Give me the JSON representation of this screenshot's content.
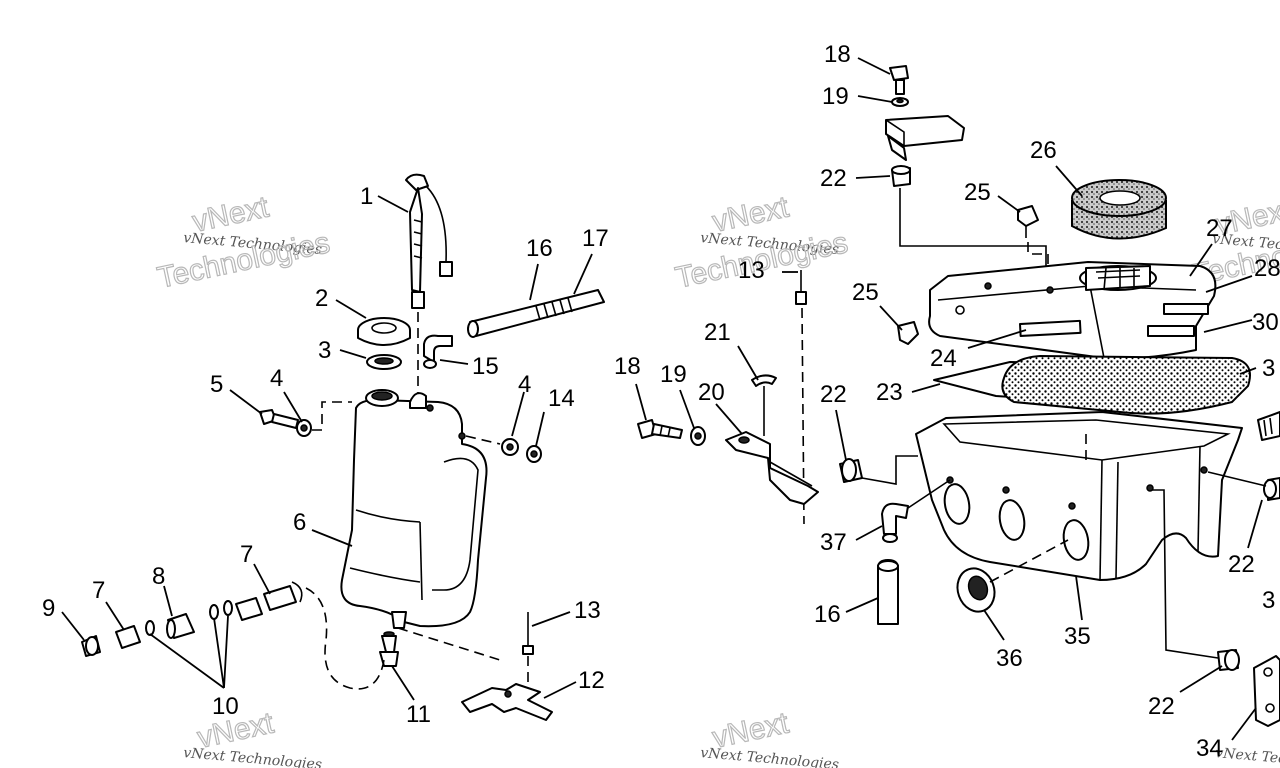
{
  "watermark": {
    "line1": "vNext Technologies",
    "line2": "vNext",
    "line3": "Technologies"
  },
  "callouts": [
    {
      "id": "c1",
      "text": "1"
    },
    {
      "id": "c2",
      "text": "2"
    },
    {
      "id": "c3",
      "text": "3"
    },
    {
      "id": "c4a",
      "text": "4"
    },
    {
      "id": "c4b",
      "text": "4"
    },
    {
      "id": "c5",
      "text": "5"
    },
    {
      "id": "c6",
      "text": "6"
    },
    {
      "id": "c7a",
      "text": "7"
    },
    {
      "id": "c7b",
      "text": "7"
    },
    {
      "id": "c8",
      "text": "8"
    },
    {
      "id": "c9",
      "text": "9"
    },
    {
      "id": "c10",
      "text": "10"
    },
    {
      "id": "c11",
      "text": "11"
    },
    {
      "id": "c12",
      "text": "12"
    },
    {
      "id": "c13a",
      "text": "13"
    },
    {
      "id": "c13b",
      "text": "13"
    },
    {
      "id": "c14",
      "text": "14"
    },
    {
      "id": "c15",
      "text": "15"
    },
    {
      "id": "c16a",
      "text": "16"
    },
    {
      "id": "c16b",
      "text": "16"
    },
    {
      "id": "c17",
      "text": "17"
    },
    {
      "id": "c18a",
      "text": "18"
    },
    {
      "id": "c18b",
      "text": "18"
    },
    {
      "id": "c19a",
      "text": "19"
    },
    {
      "id": "c19b",
      "text": "19"
    },
    {
      "id": "c20",
      "text": "20"
    },
    {
      "id": "c21",
      "text": "21"
    },
    {
      "id": "c22a",
      "text": "22"
    },
    {
      "id": "c22b",
      "text": "22"
    },
    {
      "id": "c22c",
      "text": "22"
    },
    {
      "id": "c22d",
      "text": "22"
    },
    {
      "id": "c23",
      "text": "23"
    },
    {
      "id": "c24",
      "text": "24"
    },
    {
      "id": "c25a",
      "text": "25"
    },
    {
      "id": "c25b",
      "text": "25"
    },
    {
      "id": "c26",
      "text": "26"
    },
    {
      "id": "c27",
      "text": "27"
    },
    {
      "id": "c28",
      "text": "28"
    },
    {
      "id": "c30",
      "text": "30"
    },
    {
      "id": "c31",
      "text": "3"
    },
    {
      "id": "c32",
      "text": "3"
    },
    {
      "id": "c34",
      "text": "34"
    },
    {
      "id": "c35",
      "text": "35"
    },
    {
      "id": "c36",
      "text": "36"
    },
    {
      "id": "c37",
      "text": "37"
    }
  ]
}
